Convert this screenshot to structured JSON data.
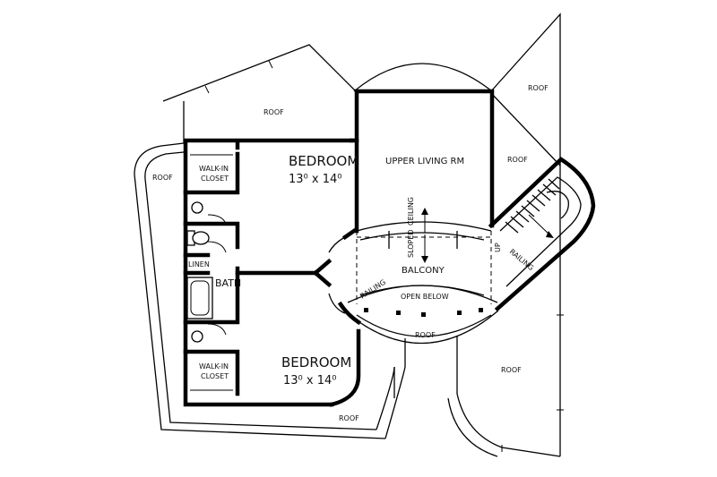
{
  "labels": {
    "bedroom_top": "BEDROOM",
    "bedroom_top_dims": "13⁰ x 14⁰",
    "bedroom_bottom": "BEDROOM",
    "bedroom_bottom_dims": "13⁰ x 14⁰",
    "upper_living": "UPPER LIVING RM",
    "balcony": "BALCONY",
    "open_below": "OPEN BELOW",
    "bath": "BATH",
    "linen": "LINEN",
    "walkin_top_1": "WALK-IN",
    "walkin_top_2": "CLOSET",
    "walkin_bottom_1": "WALK-IN",
    "walkin_bottom_2": "CLOSET",
    "ceiling": "CEILING",
    "sloped": "SLOPED",
    "railing_left": "RAILING",
    "railing_right": "RAILING",
    "up": "UP",
    "roof_top_center": "ROOF",
    "roof_top_right": "ROOF",
    "roof_left": "ROOF",
    "roof_right_mid": "ROOF",
    "roof_bottom_center": "ROOF",
    "roof_bottom_left": "ROOF",
    "roof_bottom_right": "ROOF"
  }
}
